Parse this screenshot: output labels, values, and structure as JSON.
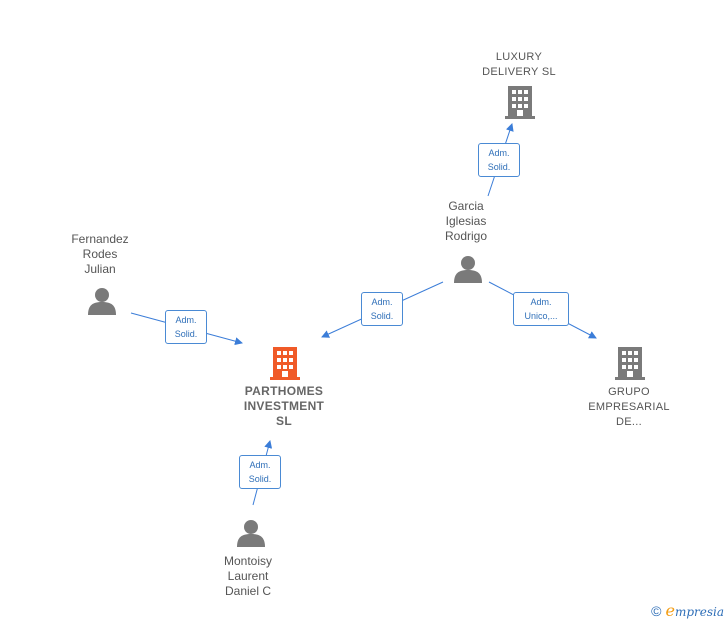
{
  "colors": {
    "edge": "#3b7dd8",
    "person": "#7a7a7a",
    "company": "#7a7a7a",
    "main_company": "#f05a28"
  },
  "nodes": {
    "luxury": {
      "label": "LUXURY\nDELIVERY  SL",
      "icon": "building-icon"
    },
    "garcia": {
      "label": "Garcia\nIglesias\nRodrigo",
      "icon": "person-icon"
    },
    "fernandez": {
      "label": "Fernandez\nRodes\nJulian",
      "icon": "person-icon"
    },
    "parthomes": {
      "label": "PARTHOMES\nINVESTMENT\nSL",
      "icon": "building-icon"
    },
    "grupo": {
      "label": "GRUPO\nEMPRESARIAL\nDE...",
      "icon": "building-icon"
    },
    "montoisy": {
      "label": "Montoisy\nLaurent\nDaniel C",
      "icon": "person-icon"
    }
  },
  "edges": {
    "garcia_luxury": "Adm.\nSolid.",
    "fernandez_parthomes": "Adm.\nSolid.",
    "garcia_parthomes": "Adm.\nSolid.",
    "garcia_grupo": "Adm.\nUnico,...",
    "montoisy_parthomes": "Adm.\nSolid."
  },
  "brand": {
    "copyright": "©",
    "first_letter": "e",
    "rest": "mpresia"
  }
}
